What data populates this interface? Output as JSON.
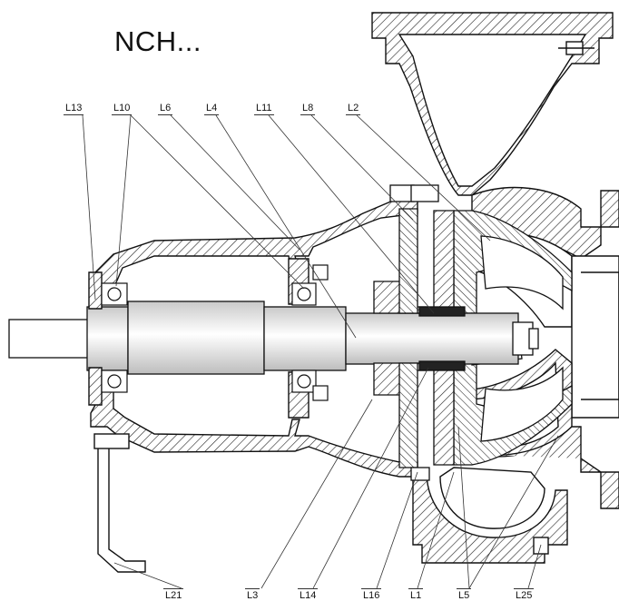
{
  "title": "NCH...",
  "labels_top": [
    "L13",
    "L10",
    "L6",
    "L4",
    "L11",
    "L8",
    "L2"
  ],
  "labels_bottom": [
    "L21",
    "L3",
    "L14",
    "L16",
    "L1",
    "L5",
    "L25"
  ]
}
